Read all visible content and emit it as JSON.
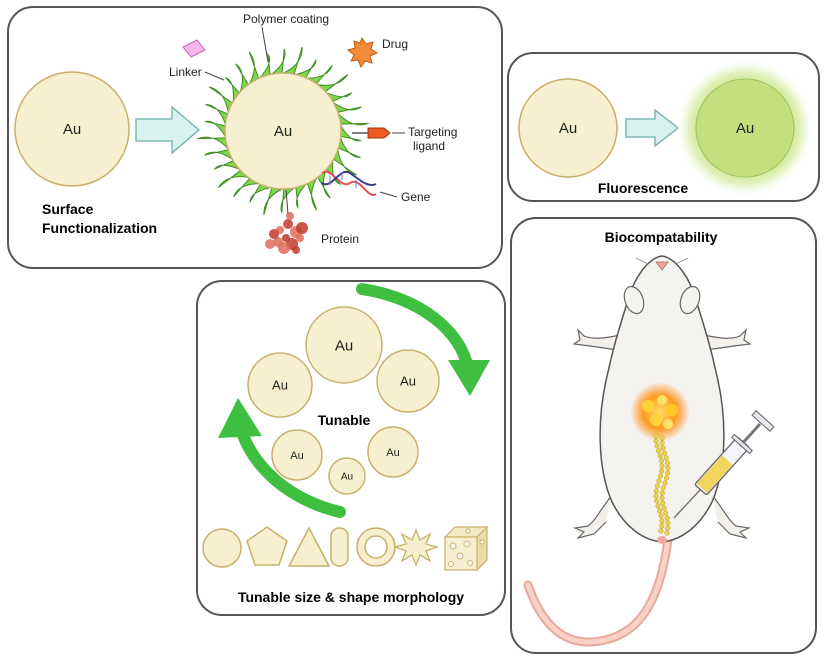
{
  "element_symbol": "Au",
  "surface": {
    "title_line1": "Surface",
    "title_line2": "Functionalization",
    "labels": {
      "polymer": "Polymer coating",
      "drug": "Drug",
      "linker": "Linker",
      "targeting_line1": "Targeting",
      "targeting_line2": "ligand",
      "gene": "Gene",
      "protein": "Protein"
    }
  },
  "fluorescence": {
    "title": "Fluorescence"
  },
  "biocompat": {
    "title": "Biocompatability"
  },
  "tunable": {
    "center_label": "Tunable",
    "caption": "Tunable size & shape morphology"
  },
  "colors": {
    "gold_fill": "#f7efcf",
    "gold_stroke": "#c9b06a",
    "arrow_fill": "#d9f1ef",
    "polymer_green": "#7ed64a",
    "cycle_arrow": "#3fbf3f",
    "glow_green": "#c2e07a"
  }
}
